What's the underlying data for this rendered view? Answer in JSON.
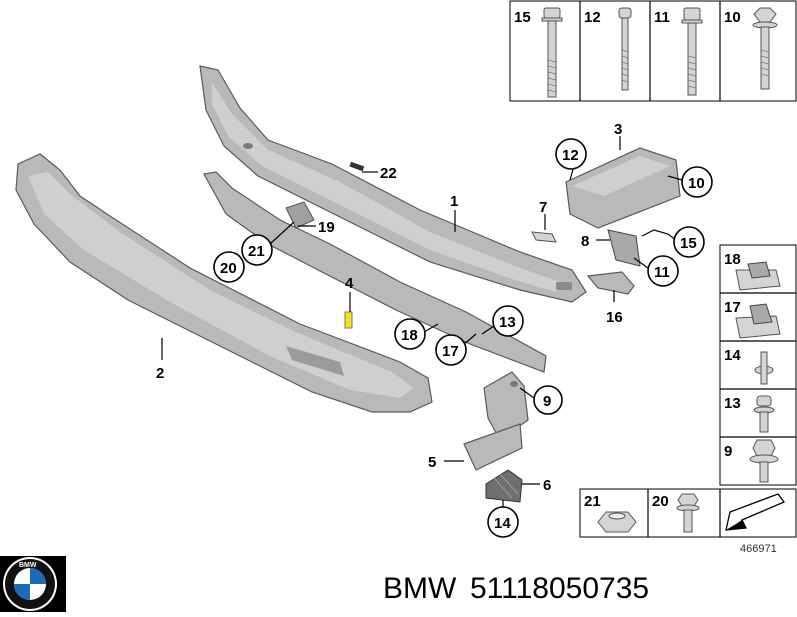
{
  "diagram_number": "466971",
  "brand": "BMW",
  "part_number": "51118050735",
  "logo_letters": "BMW",
  "top_fasteners": [
    {
      "id": "15",
      "label": "15"
    },
    {
      "id": "12",
      "label": "12"
    },
    {
      "id": "11",
      "label": "11"
    },
    {
      "id": "10",
      "label": "10"
    }
  ],
  "side_fasteners": [
    {
      "id": "18",
      "label": "18"
    },
    {
      "id": "17",
      "label": "17"
    },
    {
      "id": "14",
      "label": "14"
    },
    {
      "id": "13",
      "label": "13"
    },
    {
      "id": "9",
      "label": "9"
    }
  ],
  "bottom_fasteners": [
    {
      "id": "21",
      "label": "21"
    },
    {
      "id": "20",
      "label": "20"
    }
  ],
  "callouts": [
    {
      "id": "c1",
      "label": "1",
      "circled": false
    },
    {
      "id": "c2",
      "label": "2",
      "circled": false
    },
    {
      "id": "c3",
      "label": "3",
      "circled": false
    },
    {
      "id": "c4",
      "label": "4",
      "circled": false
    },
    {
      "id": "c5",
      "label": "5",
      "circled": false
    },
    {
      "id": "c6",
      "label": "6",
      "circled": false
    },
    {
      "id": "c7",
      "label": "7",
      "circled": false
    },
    {
      "id": "c8",
      "label": "8",
      "circled": false
    },
    {
      "id": "c9",
      "label": "9",
      "circled": true
    },
    {
      "id": "c10",
      "label": "10",
      "circled": true
    },
    {
      "id": "c11",
      "label": "11",
      "circled": true
    },
    {
      "id": "c12",
      "label": "12",
      "circled": true
    },
    {
      "id": "c13",
      "label": "13",
      "circled": true
    },
    {
      "id": "c14",
      "label": "14",
      "circled": true
    },
    {
      "id": "c15",
      "label": "15",
      "circled": true
    },
    {
      "id": "c16",
      "label": "16",
      "circled": false
    },
    {
      "id": "c17",
      "label": "17",
      "circled": true
    },
    {
      "id": "c18",
      "label": "18",
      "circled": true
    },
    {
      "id": "c19",
      "label": "19",
      "circled": false
    },
    {
      "id": "c20",
      "label": "20",
      "circled": true
    },
    {
      "id": "c21",
      "label": "21",
      "circled": true
    },
    {
      "id": "c22",
      "label": "22",
      "circled": false
    }
  ],
  "colors": {
    "part_fill": "#b9b9b9",
    "highlight": "#f2e21a",
    "footer_bar": "#000000"
  }
}
